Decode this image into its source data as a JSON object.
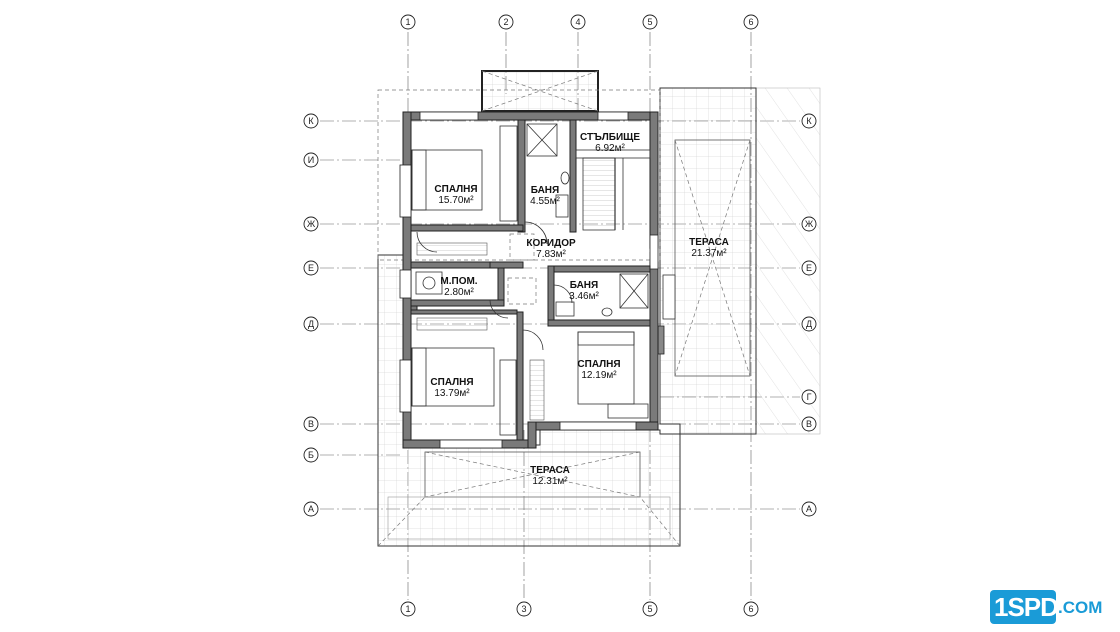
{
  "plan": {
    "columns": [
      {
        "id": "c1",
        "label": "1"
      },
      {
        "id": "c2",
        "label": "2"
      },
      {
        "id": "c3",
        "label": "3"
      },
      {
        "id": "c4",
        "label": "4"
      },
      {
        "id": "c5",
        "label": "5"
      },
      {
        "id": "c6",
        "label": "6"
      }
    ],
    "rows": [
      {
        "id": "rK",
        "label": "К"
      },
      {
        "id": "rI",
        "label": "И"
      },
      {
        "id": "rZh",
        "label": "Ж"
      },
      {
        "id": "rE",
        "label": "Е"
      },
      {
        "id": "rD",
        "label": "Д"
      },
      {
        "id": "rG",
        "label": "Г"
      },
      {
        "id": "rV",
        "label": "В"
      },
      {
        "id": "rB",
        "label": "Б"
      },
      {
        "id": "rA",
        "label": "А"
      }
    ],
    "rooms": [
      {
        "id": "stair",
        "name": "СТЪЛБИЩЕ",
        "area": "6.92м²"
      },
      {
        "id": "bed1",
        "name": "СПАЛНЯ",
        "area": "15.70м²"
      },
      {
        "id": "bath1",
        "name": "БАНЯ",
        "area": "4.55м²"
      },
      {
        "id": "corr",
        "name": "КОРИДОР",
        "area": "7.83м²"
      },
      {
        "id": "terr1",
        "name": "ТЕРАСА",
        "area": "21.37м²"
      },
      {
        "id": "util",
        "name": "М.ПОМ.",
        "area": "2.80м²"
      },
      {
        "id": "bath2",
        "name": "БАНЯ",
        "area": "3.46м²"
      },
      {
        "id": "bed2",
        "name": "СПАЛНЯ",
        "area": "12.19м²"
      },
      {
        "id": "bed3",
        "name": "СПАЛНЯ",
        "area": "13.79м²"
      },
      {
        "id": "terr2",
        "name": "ТЕРАСА",
        "area": "12.31м²"
      }
    ]
  },
  "logo": {
    "main": "1SPD",
    "domain": ".COM",
    "color": "#1a9bd7"
  }
}
